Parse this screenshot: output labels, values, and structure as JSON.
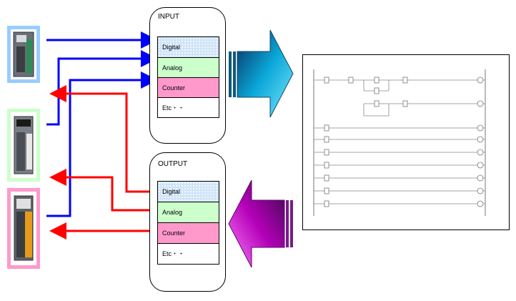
{
  "input_panel": {
    "title": "INPUT",
    "rows": [
      "Digital",
      "Analog",
      "Counter",
      "Etc・・"
    ]
  },
  "output_panel": {
    "title": "OUTPUT",
    "rows": [
      "Digital",
      "Analog",
      "Counter",
      "Etc・・"
    ]
  },
  "colors": {
    "digital": "#cfe4f8",
    "analog": "#ccffcc",
    "counter": "#ff99cc",
    "input_wire": "#0000ff",
    "output_wire": "#ff0000",
    "module_frame_1": "#99ccff",
    "module_frame_2": "#ccffcc",
    "module_frame_3": "#ff99cc"
  }
}
